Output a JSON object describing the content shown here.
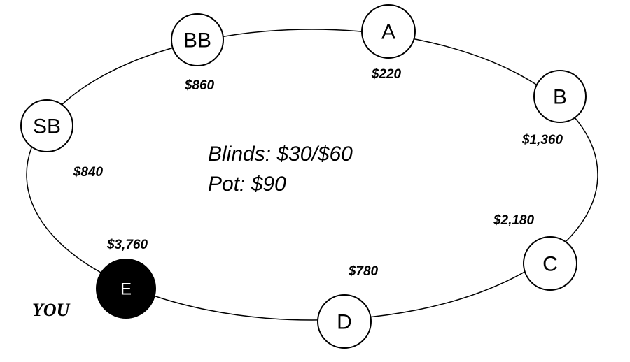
{
  "table": {
    "blinds": "Blinds: $30/$60",
    "pot": "Pot: $90",
    "hero_label": "YOU"
  },
  "seats": [
    {
      "id": "sb",
      "label": "SB",
      "stack": "$840",
      "hero": false
    },
    {
      "id": "bb",
      "label": "BB",
      "stack": "$860",
      "hero": false
    },
    {
      "id": "a",
      "label": "A",
      "stack": "$220",
      "hero": false
    },
    {
      "id": "b",
      "label": "B",
      "stack": "$1,360",
      "hero": false
    },
    {
      "id": "c",
      "label": "C",
      "stack": "$2,180",
      "hero": false
    },
    {
      "id": "d",
      "label": "D",
      "stack": "$780",
      "hero": false
    },
    {
      "id": "e",
      "label": "E",
      "stack": "$3,760",
      "hero": true
    }
  ],
  "colors": {
    "line": "#000000",
    "hero_fill": "#000000",
    "seat_fill": "#ffffff"
  }
}
